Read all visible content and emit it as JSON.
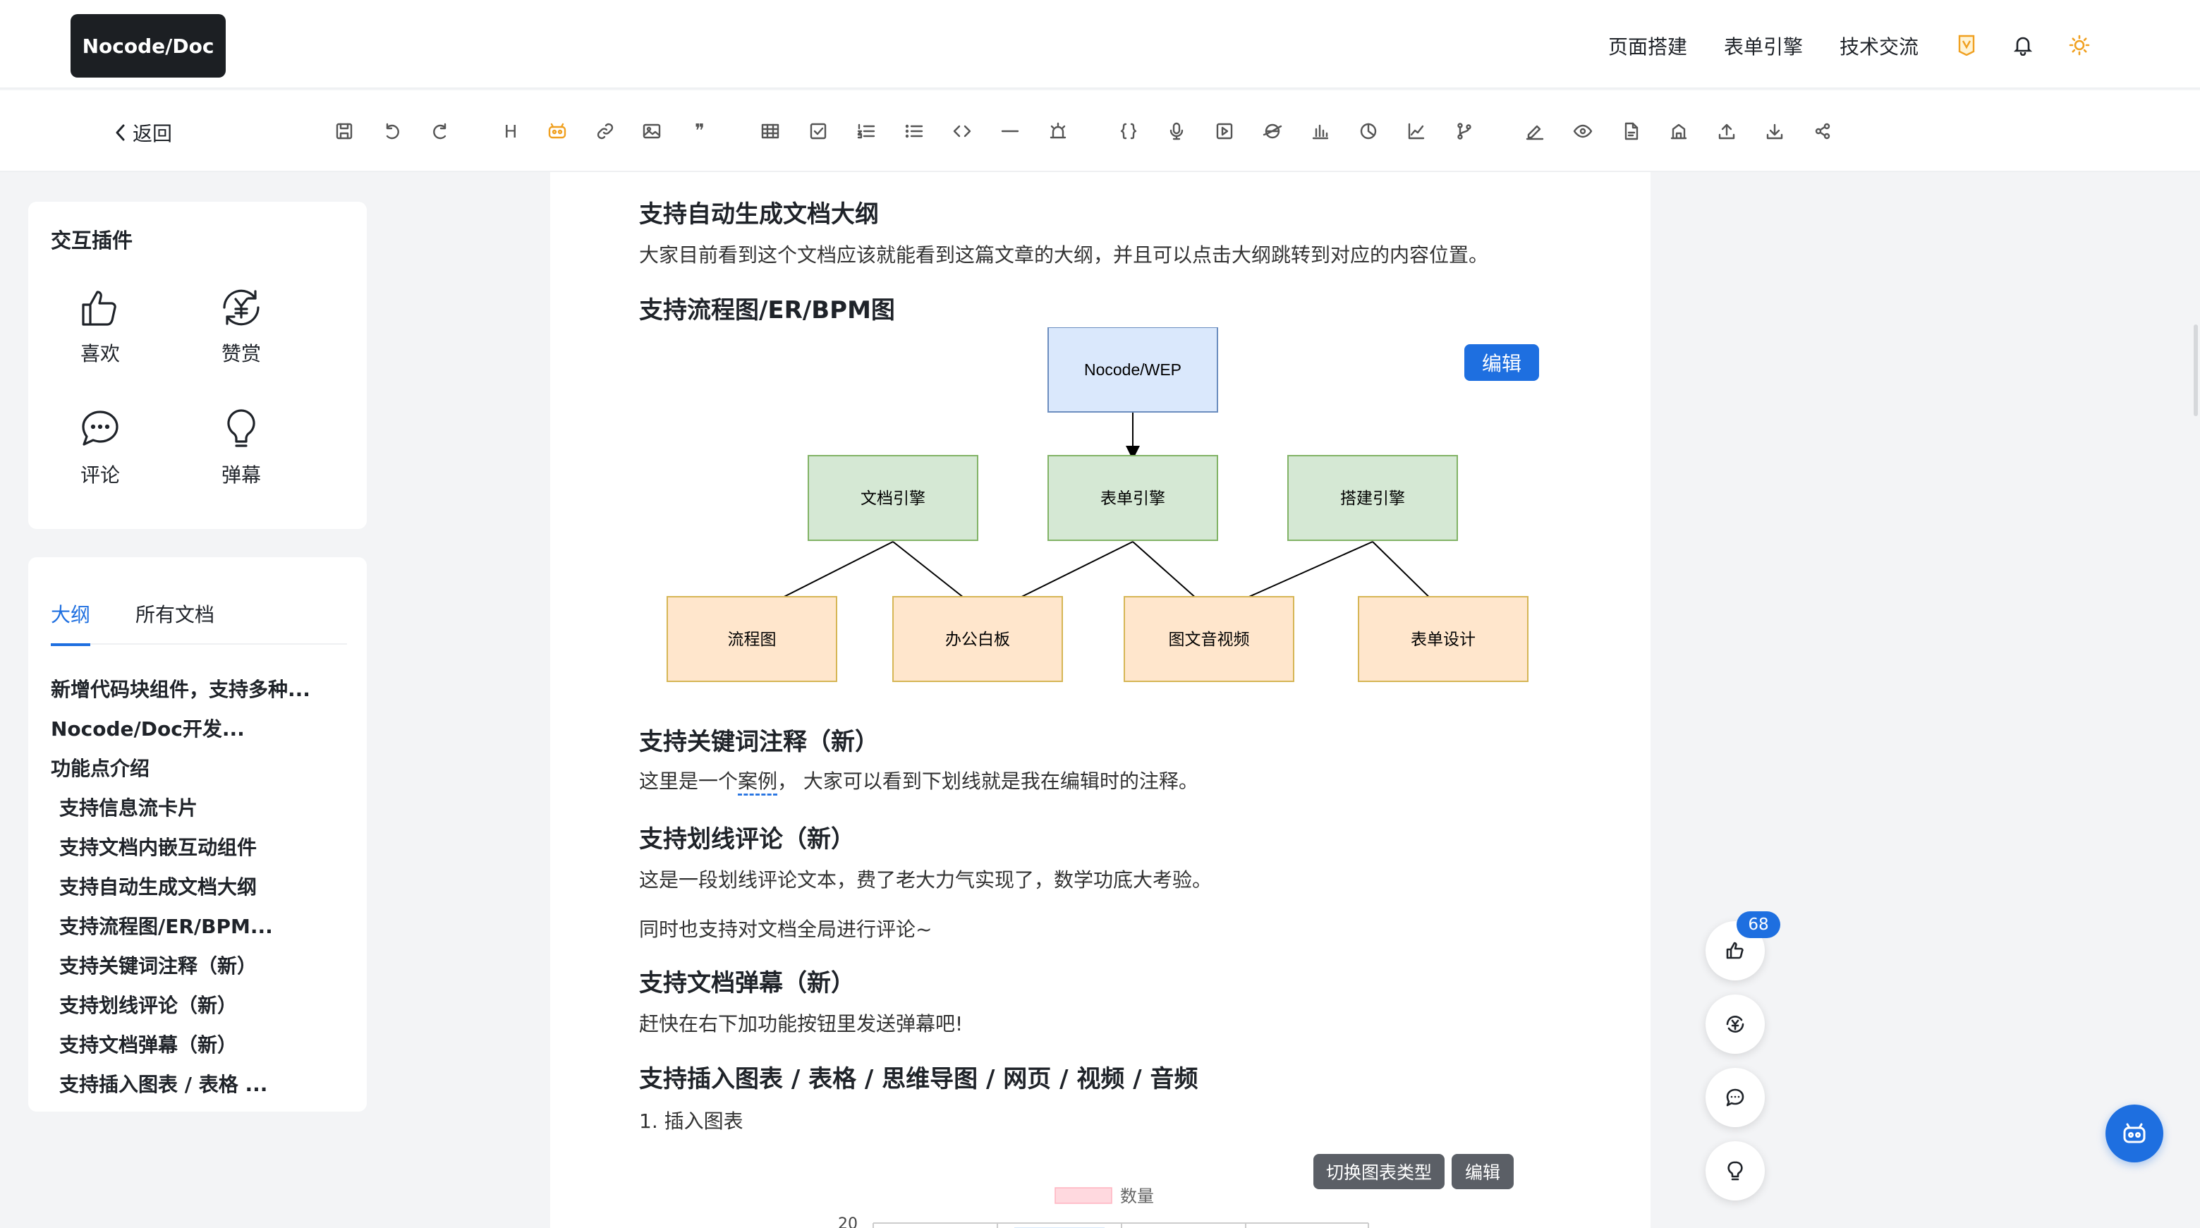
{
  "header": {
    "brand": "Nocode/Doc",
    "nav": [
      "页面搭建",
      "表单引擎",
      "技术交流"
    ],
    "icons": [
      "vip-icon",
      "bell-icon",
      "sun-icon"
    ],
    "accent": "#f0a020"
  },
  "toolbar": {
    "back_label": "返回",
    "tools": [
      "save-icon",
      "undo-icon",
      "redo-icon",
      "heading-icon",
      "plugin-icon",
      "link-icon",
      "image-icon",
      "quote-icon",
      "table-icon",
      "checkbox-icon",
      "ordered-list-icon",
      "bullet-list-icon",
      "code-icon",
      "divider-icon",
      "alarm-icon",
      "code-block-icon",
      "mic-icon",
      "video-icon",
      "web-icon",
      "bar-chart-icon",
      "pie-chart-icon",
      "line-chart-icon",
      "branch-icon",
      "sign-icon",
      "preview-icon",
      "document-icon",
      "building-icon",
      "upload-icon",
      "download-icon",
      "share-icon"
    ],
    "H": "H",
    "quote": "❞"
  },
  "plugins": {
    "title": "交互插件",
    "items": [
      {
        "label": "喜欢",
        "icon": "thumbs-up-icon"
      },
      {
        "label": "赞赏",
        "icon": "reward-icon"
      },
      {
        "label": "评论",
        "icon": "comment-icon"
      },
      {
        "label": "弹幕",
        "icon": "bulb-icon"
      }
    ]
  },
  "sidebar": {
    "tabs": [
      "大纲",
      "所有文档"
    ],
    "outline": [
      {
        "text": "新增代码块组件，支持多种...",
        "level": 1
      },
      {
        "text": "Nocode/Doc开发...",
        "level": 1
      },
      {
        "text": "功能点介绍",
        "level": 1
      },
      {
        "text": "支持信息流卡片",
        "level": 2
      },
      {
        "text": "支持文档内嵌互动组件",
        "level": 2
      },
      {
        "text": "支持自动生成文档大纲",
        "level": 2
      },
      {
        "text": "支持流程图/ER/BPM...",
        "level": 2
      },
      {
        "text": "支持关键词注释（新）",
        "level": 2
      },
      {
        "text": "支持划线评论（新）",
        "level": 2
      },
      {
        "text": "支持文档弹幕（新）",
        "level": 2
      },
      {
        "text": "支持插入图表 / 表格 ...",
        "level": 2
      }
    ]
  },
  "doc": {
    "s1_title": "支持自动生成文档大纲",
    "s1_text": "大家目前看到这个文档应该就能看到这篇文章的大纲，并且可以点击大纲跳转到对应的内容位置。",
    "s2_title": "支持流程图/ER/BPM图",
    "edit": "编辑",
    "flow": {
      "root": "Nocode/WEP",
      "mid": [
        "文档引擎",
        "表单引擎",
        "搭建引擎"
      ],
      "leaf": [
        "流程图",
        "办公白板",
        "图文音视频",
        "表单设计"
      ]
    },
    "s3_title": "支持关键词注释（新）",
    "s3_text_a": "这里是一个",
    "s3_keyword": "案例",
    "s3_text_b": "，  大家可以看到下划线就是我在编辑时的注释。",
    "s4_title": "支持划线评论（新）",
    "s4_text": "这是一段划线评论文本，费了老大力气实现了，数学功底大考验。",
    "s4_text2": "同时也支持对文档全局进行评论~",
    "s5_title": "支持文档弹幕（新）",
    "s5_text": "赶快在右下加功能按钮里发送弹幕吧!",
    "s6_title": "支持插入图表 / 表格 / 思维导图 / 网页 / 视频 / 音频",
    "s6_item": "1. 插入图表",
    "switch_chart": "切换图表类型"
  },
  "chart_data": {
    "type": "bar",
    "series": [
      {
        "name": "数量"
      }
    ],
    "y_ticks": [
      "20"
    ],
    "legend": "top"
  },
  "floating": {
    "like_count": "68",
    "icons": [
      "thumbs-up-icon",
      "reward-icon",
      "comment-icon",
      "bulb-icon"
    ]
  },
  "colors": {
    "primary": "#1e6fe0",
    "flow_root": "#dae8fc",
    "flow_mid": "#d5e8d4",
    "flow_leaf": "#ffe6cc"
  }
}
